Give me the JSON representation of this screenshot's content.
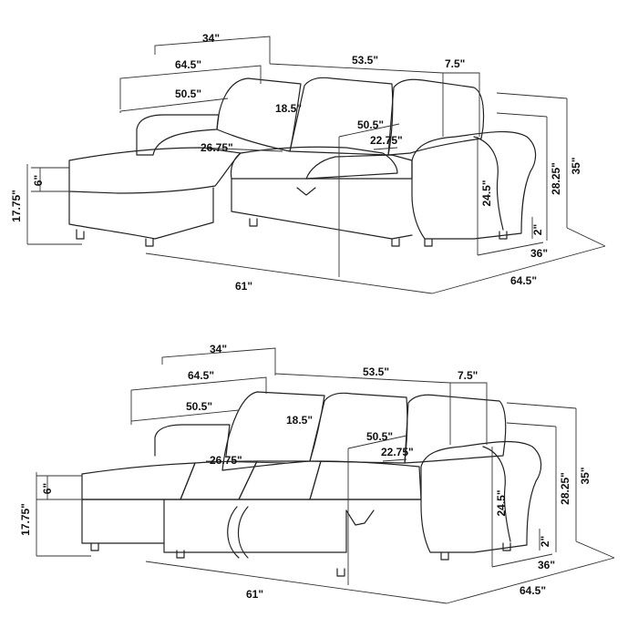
{
  "views": [
    {
      "state": "sofa",
      "labels": {
        "back_total": "34\"",
        "left_depth": "64.5\"",
        "seat_width": "53.5\"",
        "arm_width": "7.5\"",
        "chaise_inner": "50.5\"",
        "back_height": "18.5\"",
        "seat_depth_a": "50.5\"",
        "seat_depth_b": "22.75\"",
        "chaise_seat": "26.75\"",
        "cushion": "6\"",
        "seat_height": "17.75\"",
        "total_height": "35\"",
        "arm_height": "28.25\"",
        "inner_height": "24.5\"",
        "leg": "2\"",
        "depth": "36\"",
        "length_front": "61\"",
        "length_side": "64.5\""
      }
    },
    {
      "state": "bed",
      "labels": {
        "back_total": "34\"",
        "left_depth": "64.5\"",
        "seat_width": "53.5\"",
        "arm_width": "7.5\"",
        "chaise_inner": "50.5\"",
        "back_height": "18.5\"",
        "seat_depth_a": "50.5\"",
        "seat_depth_b": "22.75\"",
        "chaise_seat": "26.75\"",
        "cushion": "6\"",
        "seat_height": "17.75\"",
        "total_height": "35\"",
        "arm_height": "28.25\"",
        "inner_height": "24.5\"",
        "leg": "2\"",
        "depth": "36\"",
        "length_front": "61\"",
        "length_side": "64.5\""
      }
    }
  ]
}
